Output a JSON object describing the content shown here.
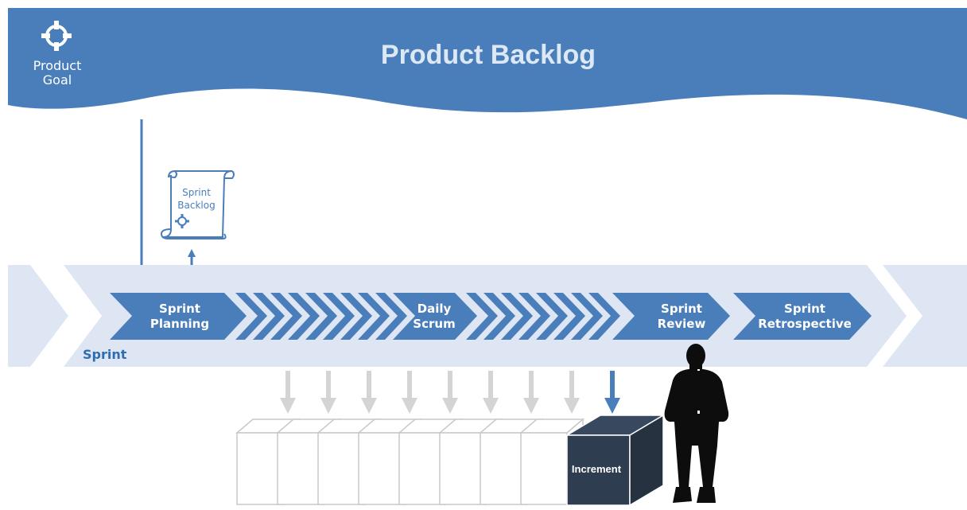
{
  "banner": {
    "title": "Product Backlog"
  },
  "product_goal": {
    "line1": "Product",
    "line2": "Goal"
  },
  "sprint_backlog": {
    "line1": "Sprint",
    "line2": "Backlog"
  },
  "sprint": {
    "label": "Sprint"
  },
  "phases": {
    "planning": {
      "line1": "Sprint",
      "line2": "Planning"
    },
    "daily": {
      "line1": "Daily",
      "line2": "Scrum"
    },
    "review": {
      "line1": "Sprint",
      "line2": "Review"
    },
    "retro": {
      "line1": "Sprint",
      "line2": "Retrospective"
    }
  },
  "increment": {
    "label": "Increment"
  },
  "colors": {
    "primary": "#4a7ebb",
    "band": "#dde6f2",
    "increment": "#2f3d50",
    "past_box": "#c9c9c9"
  }
}
